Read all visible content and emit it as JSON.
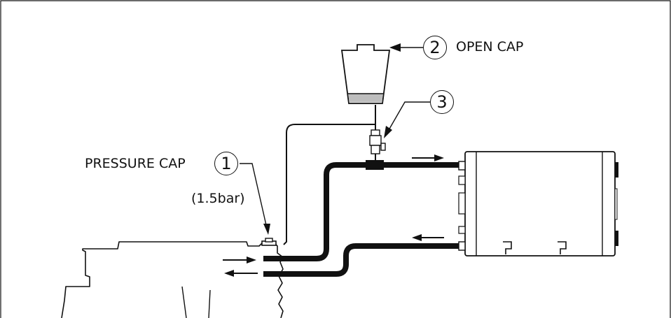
{
  "callouts": [
    {
      "number": "1",
      "label": "PRESSURE CAP",
      "sublabel": "(1.5bar)"
    },
    {
      "number": "2",
      "label": "OPEN CAP"
    },
    {
      "number": "3"
    }
  ],
  "colors": {
    "line": "#111111",
    "coolant_level": "#bdbdbd"
  }
}
